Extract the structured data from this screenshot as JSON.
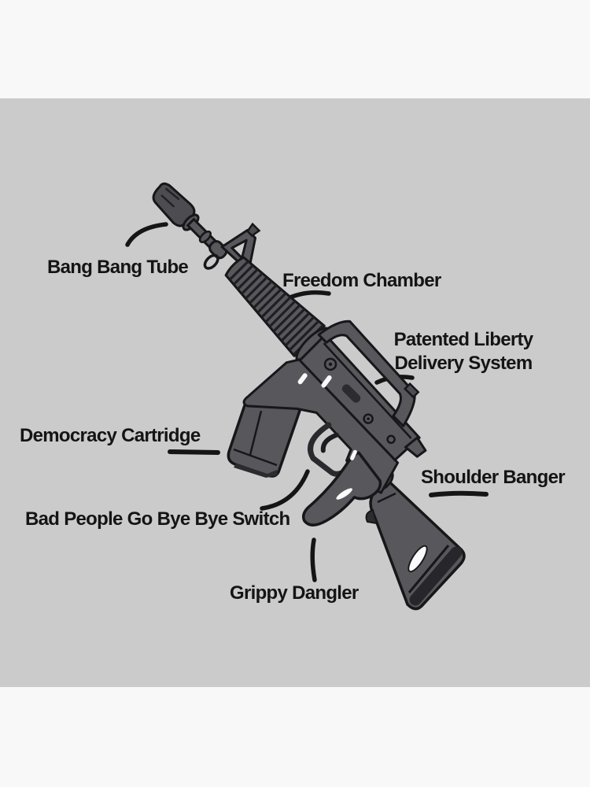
{
  "poster": {
    "subject": "satirical-rifle-parts-diagram",
    "colors": {
      "outer_background": "#f8f8f8",
      "canvas_background": "#cbcbcb",
      "ink": "#151515",
      "gun_body": "#57575c",
      "gun_dark": "#2c2c30",
      "highlight": "#fafafa"
    },
    "labels": {
      "bang_bang_tube": "Bang Bang Tube",
      "freedom_chamber": "Freedom Chamber",
      "patented_liberty_line1": "Patented Liberty",
      "patented_liberty_line2": "Delivery System",
      "democracy_cartridge": "Democracy Cartridge",
      "shoulder_banger": "Shoulder Banger",
      "bad_people_switch": "Bad People Go Bye Bye Switch",
      "grippy_dangler": "Grippy Dangler"
    }
  }
}
